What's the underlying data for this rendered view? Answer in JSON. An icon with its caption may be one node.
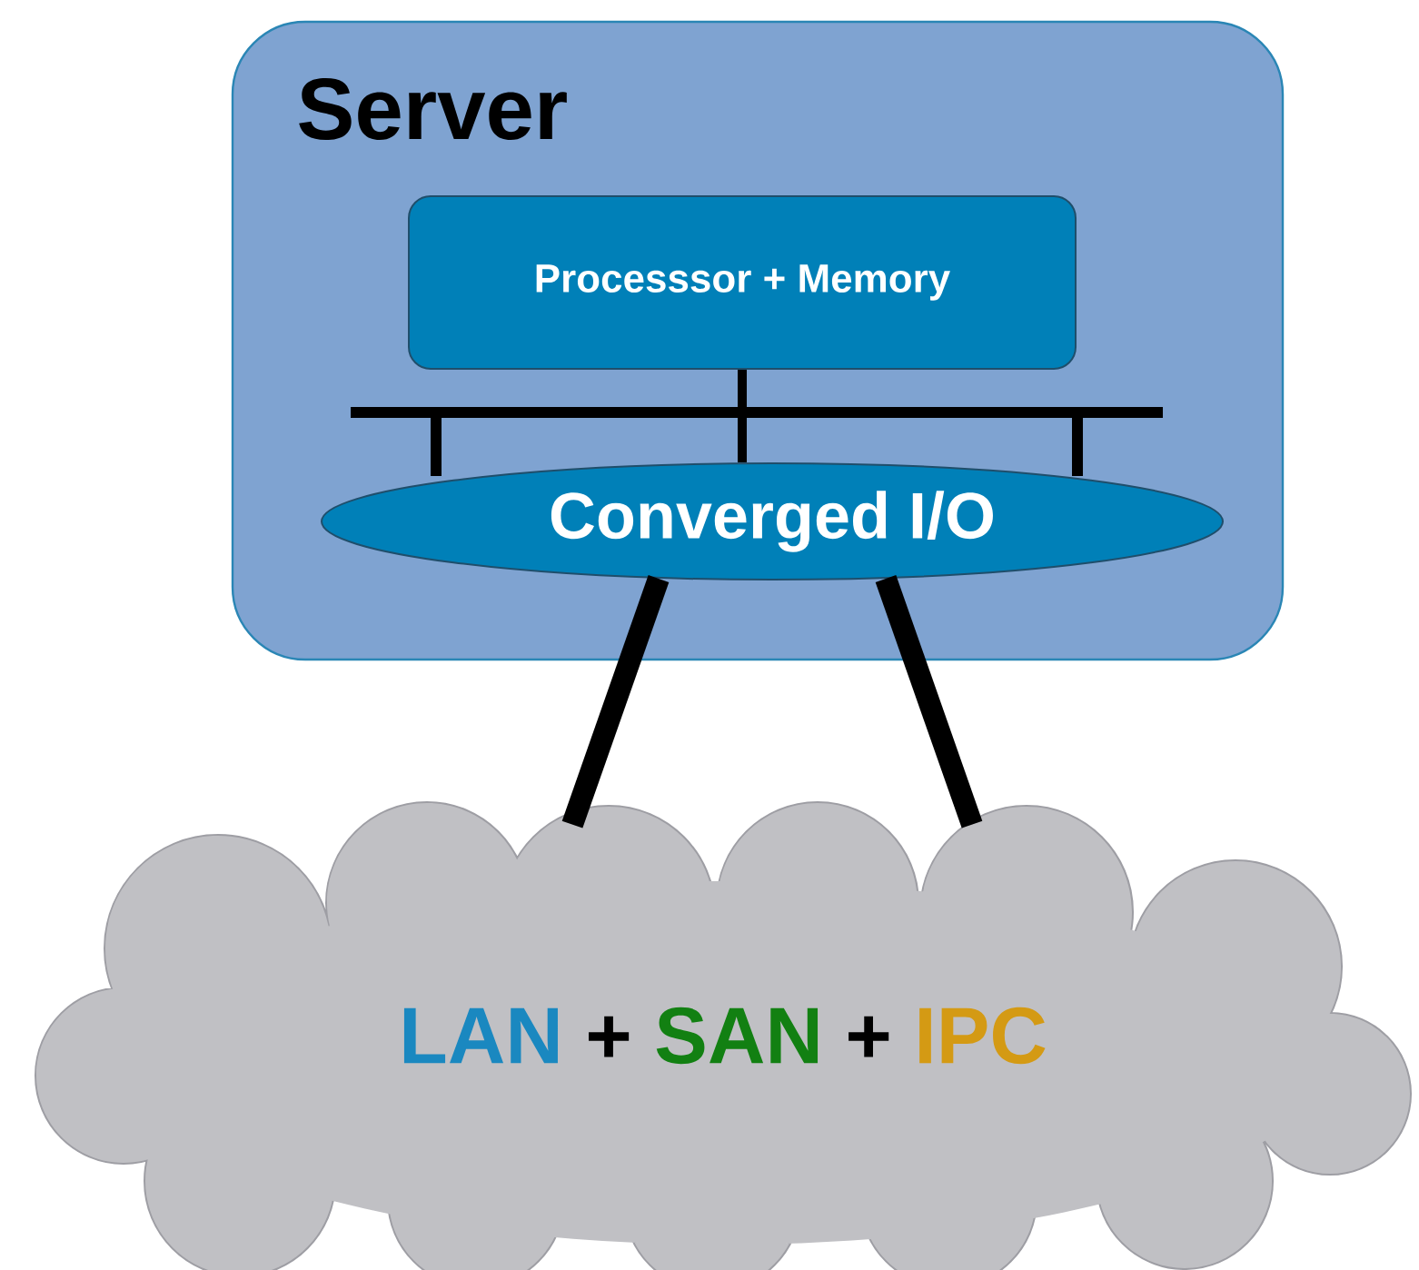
{
  "diagram": {
    "nodes": [
      {
        "text": [
          "Server"
        ]
      },
      {
        "text": [
          "Processsor + Memory"
        ],
        "in": 0
      },
      {
        "text": [
          "Converged I/O"
        ],
        "in": 0
      },
      {
        "text": [
          "LAN",
          "+",
          "SAN",
          "+",
          "IPC"
        ]
      }
    ],
    "edges": [
      {
        "from": 1,
        "to": 2,
        "arrow": "none"
      },
      {
        "from": 2,
        "to": 3,
        "arrow": "none"
      },
      {
        "from": 2,
        "to": 3,
        "arrow": "none"
      }
    ]
  }
}
